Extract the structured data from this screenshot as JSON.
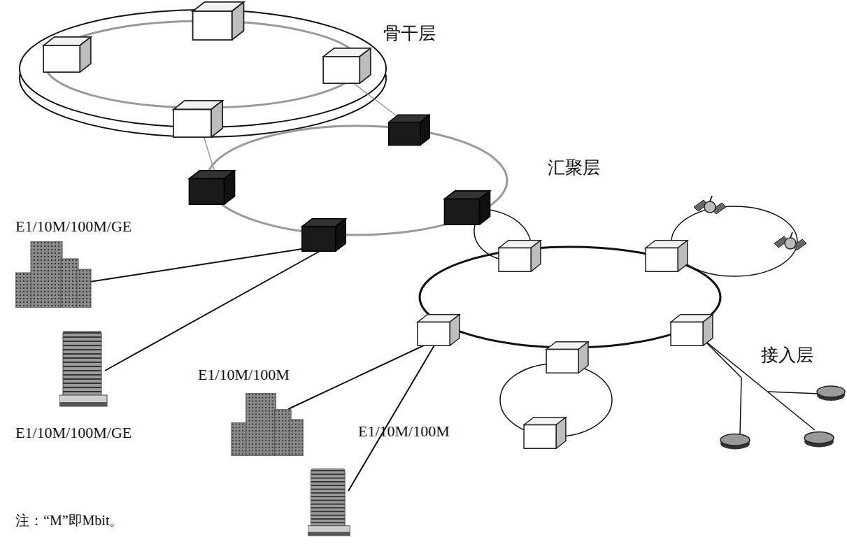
{
  "diagram": {
    "labels": [
      "骨干层",
      "汇聚层",
      "接入层",
      "E1/10M/100M/GE",
      "E1/10M/100M/GE",
      "E1/10M/100M",
      "E1/10M/100M",
      "注：“M”即Mbit。"
    ]
  }
}
